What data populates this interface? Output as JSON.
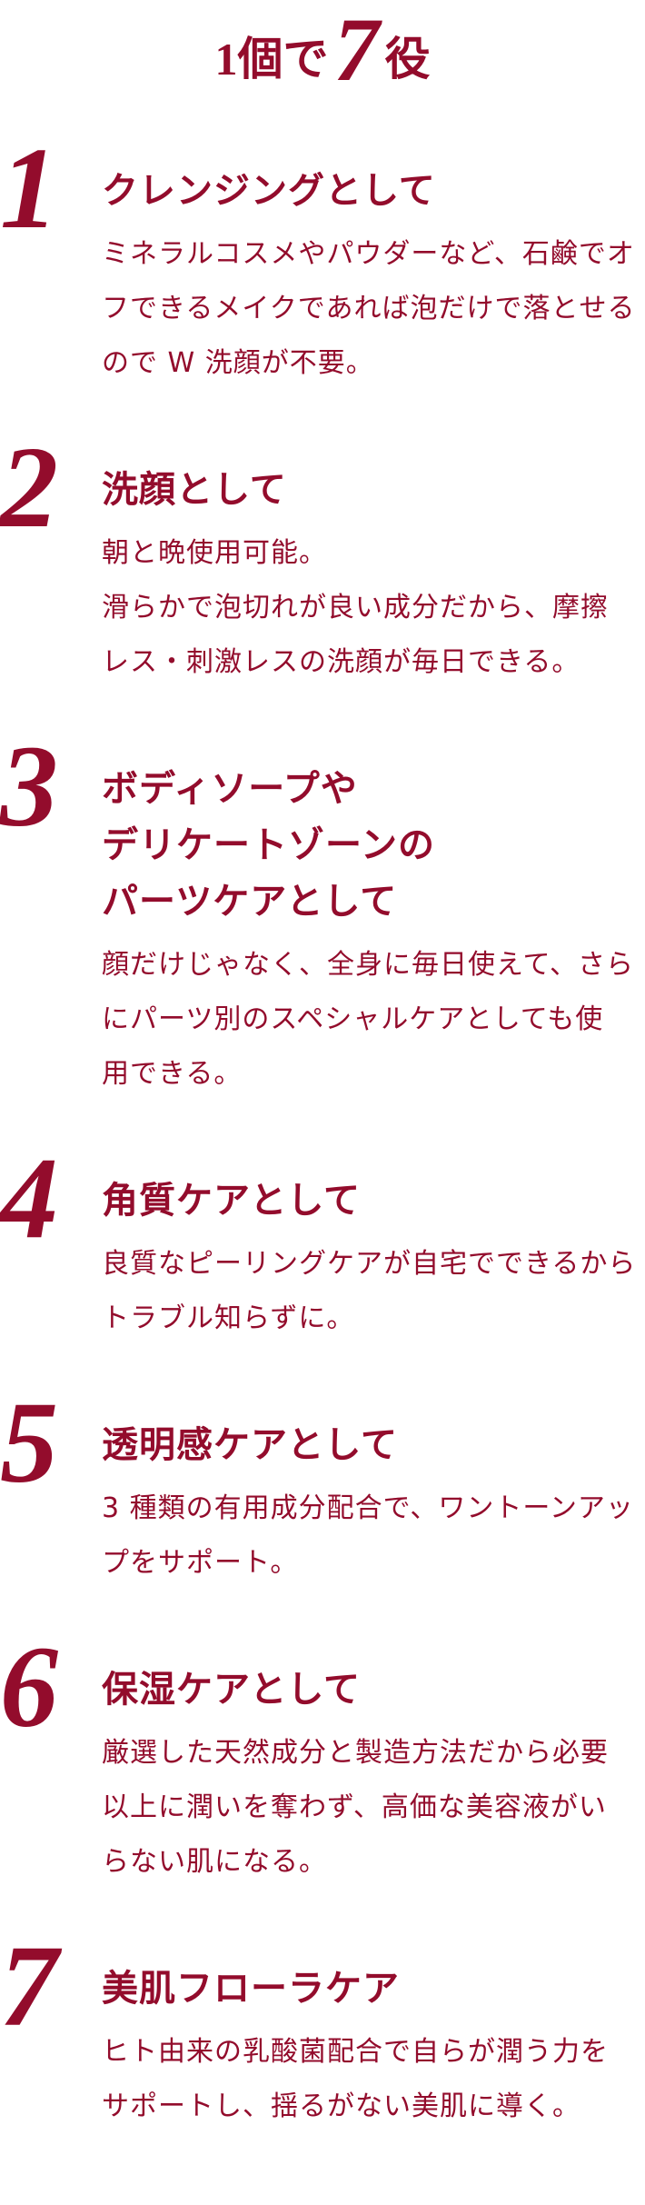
{
  "title": {
    "pre": "1個で",
    "num": "7",
    "post": "役"
  },
  "colors": {
    "accent": "#930c2c"
  },
  "items": [
    {
      "num": "1",
      "heading": [
        "クレンジングとして"
      ],
      "body": [
        "ミネラルコスメやパウダーなど、石鹸でオ",
        "フできるメイクであれば泡だけで落とせる",
        "ので W 洗顔が不要。"
      ]
    },
    {
      "num": "2",
      "heading": [
        "洗顔として"
      ],
      "body": [
        "朝と晩使用可能。",
        "滑らかで泡切れが良い成分だから、摩擦",
        "レス・刺激レスの洗顔が毎日できる。"
      ]
    },
    {
      "num": "3",
      "heading": [
        "ボディソープや",
        "デリケートゾーンの",
        "パーツケアとして"
      ],
      "body": [
        "顔だけじゃなく、全身に毎日使えて、さら",
        "にパーツ別のスペシャルケアとしても使",
        "用できる。"
      ]
    },
    {
      "num": "4",
      "heading": [
        "角質ケアとして"
      ],
      "body": [
        "良質なピーリングケアが自宅でできるから",
        "トラブル知らずに。"
      ]
    },
    {
      "num": "5",
      "heading": [
        "透明感ケアとして"
      ],
      "body": [
        "3 種類の有用成分配合で、ワントーンアッ",
        "プをサポート。"
      ]
    },
    {
      "num": "6",
      "heading": [
        "保湿ケアとして"
      ],
      "body": [
        "厳選した天然成分と製造方法だから必要",
        "以上に潤いを奪わず、高価な美容液がい",
        "らない肌になる。"
      ]
    },
    {
      "num": "7",
      "heading": [
        "美肌フローラケア"
      ],
      "body": [
        "ヒト由来の乳酸菌配合で自らが潤う力を",
        "サポートし、揺るがない美肌に導く。"
      ]
    }
  ]
}
